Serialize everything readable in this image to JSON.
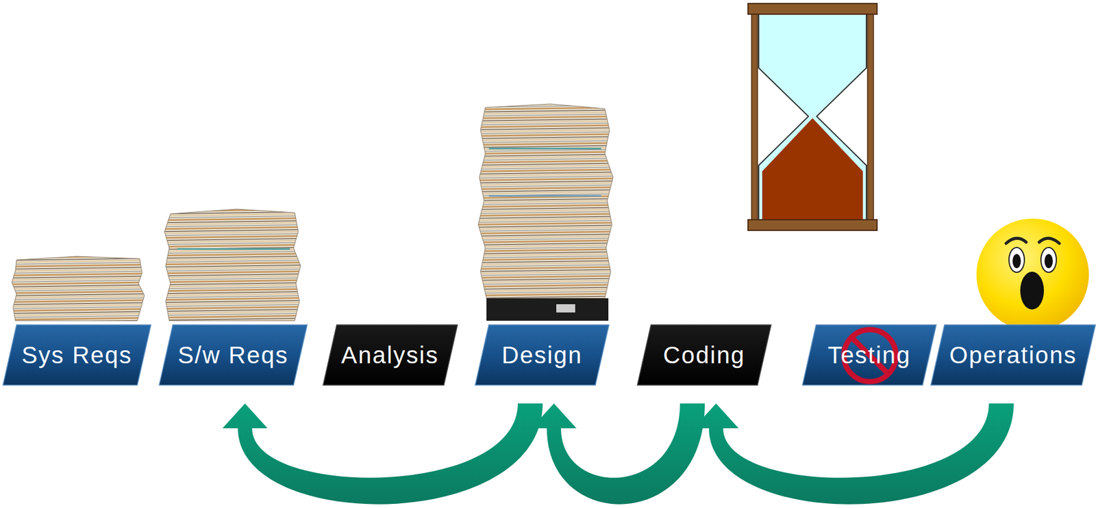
{
  "diagram": {
    "nodes": [
      {
        "text": [
          "Sys Reqs"
        ]
      },
      {
        "text": [
          "S/w Reqs"
        ]
      },
      {
        "text": [
          "Analysis"
        ]
      },
      {
        "text": [
          "Design"
        ]
      },
      {
        "text": [
          "Coding"
        ]
      },
      {
        "text": [
          "Testing"
        ]
      },
      {
        "text": [
          "Operations"
        ]
      }
    ],
    "edges": [
      {
        "from": 3,
        "to": 1,
        "arrow": "to"
      },
      {
        "from": 4,
        "to": 3,
        "arrow": "to"
      },
      {
        "from": 6,
        "to": 4,
        "arrow": "to"
      }
    ]
  }
}
